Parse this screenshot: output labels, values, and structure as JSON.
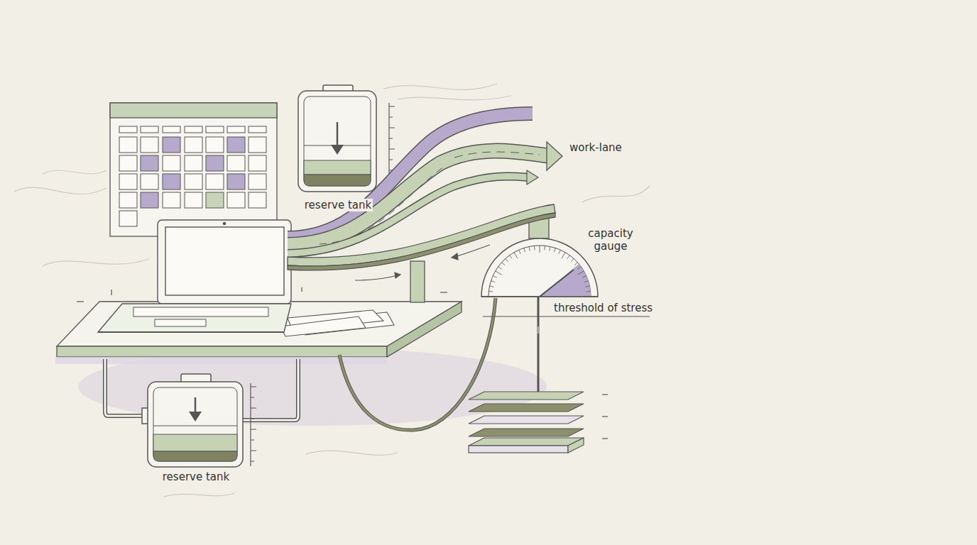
{
  "diagram": {
    "labels": [
      "work-lane",
      "reserve tank",
      "capacity gauge",
      "threshold of stress",
      "reserve tank"
    ]
  }
}
